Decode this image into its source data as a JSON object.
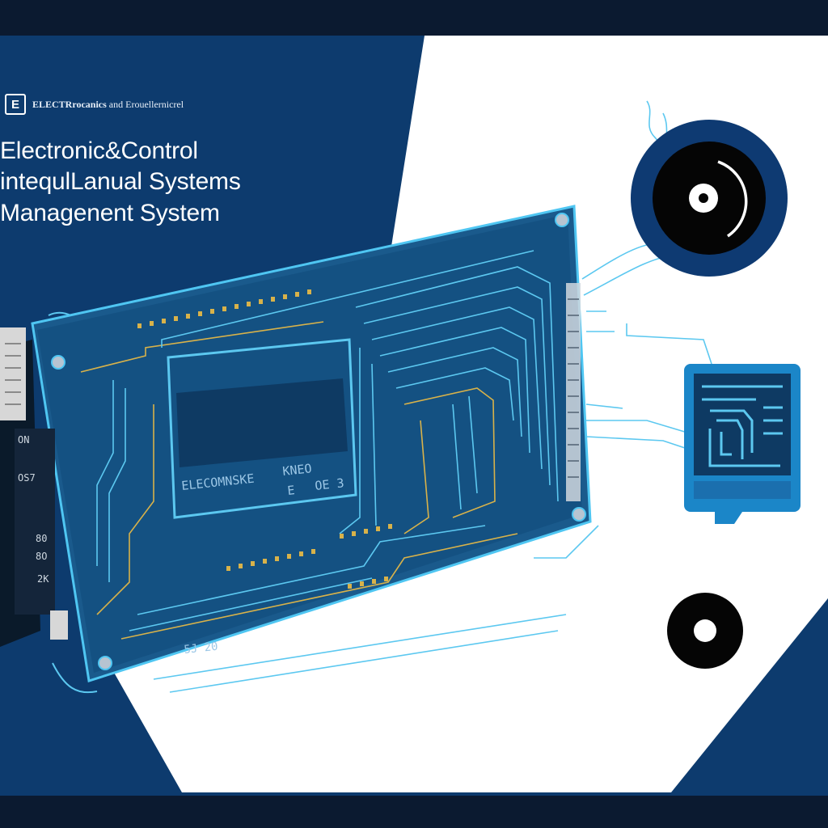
{
  "header": {
    "brand_icon": "E",
    "brand_bold": "ELECTRrocanics",
    "brand_rest": "and Erouellernicrel"
  },
  "title": {
    "line1": "Electronic&Control",
    "line2": "intequlLanual  Systems",
    "line3": "Managenent System"
  },
  "board_markings": {
    "chip_text_1": "ELECOMNSKE",
    "chip_text_2": "KNEO",
    "chip_text_3": "E",
    "chip_text_4": "OE 3",
    "side_1": "ON",
    "side_2": "OS7",
    "side_3": "80",
    "side_4": "8O",
    "side_5": "2K",
    "bottom_code": "5J 20"
  },
  "icons": [
    "disc-icon",
    "microchip-screen-icon",
    "small-disc-icon",
    "circuit-board-illustration"
  ],
  "colors": {
    "navy": "#0d3b6e",
    "panel_white": "#ffffff",
    "board_blue": "#1a5a8c",
    "trace_cyan": "#5cc8f0",
    "trace_gold": "#d8b24a",
    "chip_dark": "#0e3a63",
    "disc_black": "#050505"
  }
}
